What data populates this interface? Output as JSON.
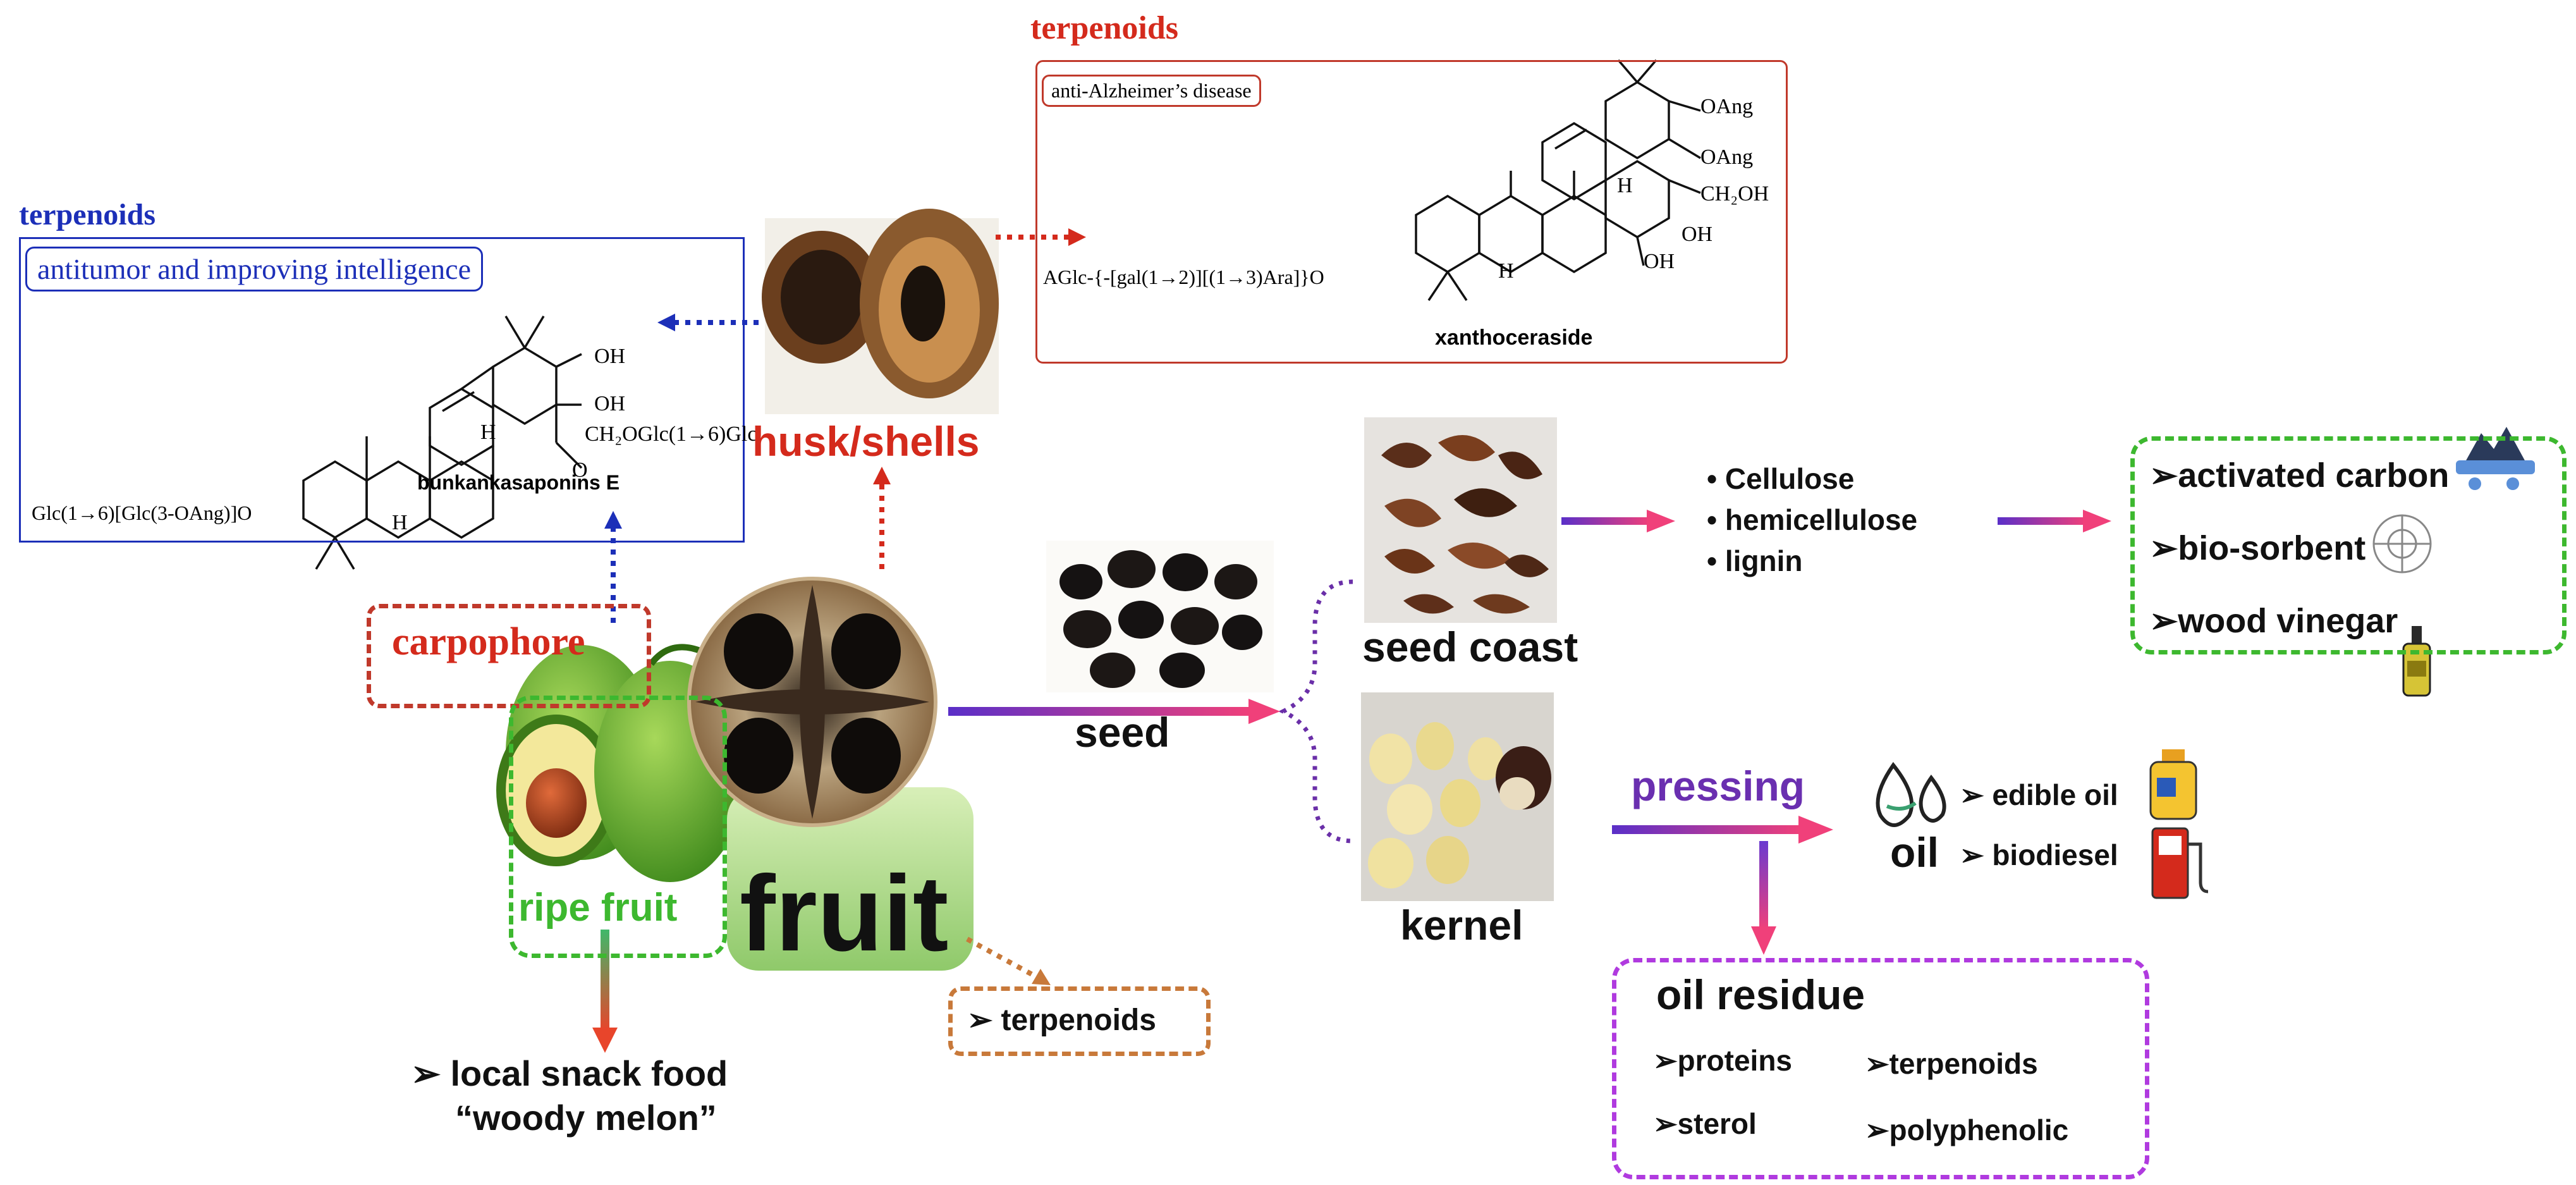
{
  "terpenoids_left": {
    "heading": "terpenoids",
    "activity": "antitumor and improving intelligence",
    "compound": "bunkankasaponins E",
    "substituents": [
      "OH",
      "OH",
      "CH₂OGlc(1→6)Glc",
      "H",
      "O",
      "Glc(1→6)[Glc(3-OAng)]O",
      "H"
    ]
  },
  "terpenoids_top": {
    "heading": "terpenoids",
    "activity": "anti-Alzheimer’s disease",
    "compound": "xanthoceraside",
    "substituents": [
      "OAng",
      "OAng",
      "CH₂OH",
      "H",
      "OH",
      "OH",
      "AGlc-{-[gal(1→2)][(1→3)Ara]}O",
      "H"
    ]
  },
  "fruit_labels": {
    "husk": "husk/shells",
    "carpophore": "carpophore",
    "ripe_fruit": "ripe fruit",
    "fruit": "fruit",
    "seed": "seed",
    "terpenoids_box": "➢ terpenoids",
    "snack_line1": "➢  local snack food",
    "snack_line2": "“woody melon”"
  },
  "seed_branch": {
    "seed_coast": "seed coast",
    "kernel": "kernel",
    "components": [
      "•  Cellulose",
      "•  hemicellulose",
      "•  lignin"
    ],
    "products": [
      "➢activated  carbon",
      "➢bio-sorbent",
      "➢wood vinegar"
    ]
  },
  "oil_branch": {
    "pressing": "pressing",
    "oil": "oil",
    "oil_uses": [
      "➢ edible oil",
      "➢ biodiesel"
    ],
    "residue_title": "oil residue",
    "residue_items": [
      "➢proteins",
      "➢terpenoids",
      "➢sterol",
      "➢polyphenolic"
    ]
  },
  "colors": {
    "red": "#d42a1c",
    "blue": "#1c2fb8",
    "green": "#3db82f",
    "orange": "#c8793a",
    "purple": "#b03adf",
    "arrow_start": "#5a2fc8",
    "arrow_end": "#f0407a"
  }
}
